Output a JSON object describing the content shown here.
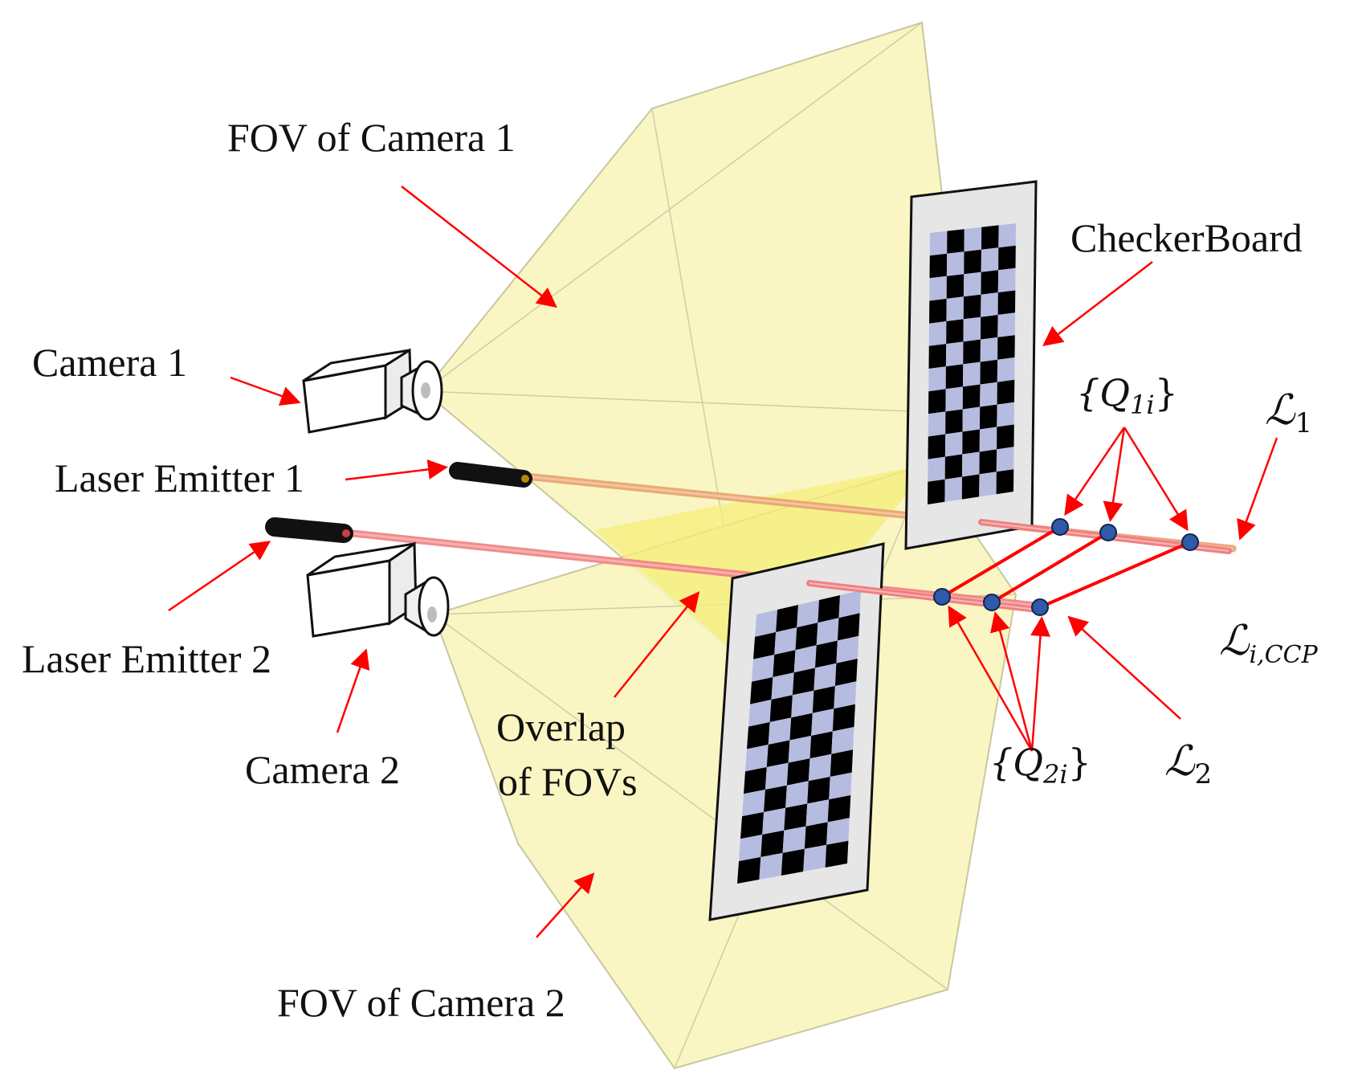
{
  "labels": {
    "fov_camera_1": "FOV of Camera 1",
    "fov_camera_2": "FOV of Camera 2",
    "camera_1": "Camera 1",
    "camera_2": "Camera 2",
    "laser_emitter_1": "Laser Emitter 1",
    "laser_emitter_2": "Laser Emitter 2",
    "checkerboard": "CheckerBoard",
    "overlap_line1": "Overlap",
    "overlap_line2": "of FOVs",
    "q1_set": "{Q",
    "q1_sub": "1i",
    "q2_set": "{Q",
    "q2_sub": "2i",
    "set_close": "}",
    "l1_main": "ℒ",
    "l1_sub": "1",
    "l2_main": "ℒ",
    "l2_sub": "2",
    "lccp_main": "ℒ",
    "lccp_sub": "i,CCP"
  },
  "colors": {
    "fov_fill": "#f8f5b8",
    "overlap_fill": "#f5ee7a",
    "arrow": "#ff0000",
    "laser": "#f08080",
    "laser_core": "#ff6b6b",
    "point_fill": "#2e5aa8",
    "checker_dark": "#000000",
    "checker_light": "#b6bce0",
    "board_frame": "#e6e6e6"
  }
}
